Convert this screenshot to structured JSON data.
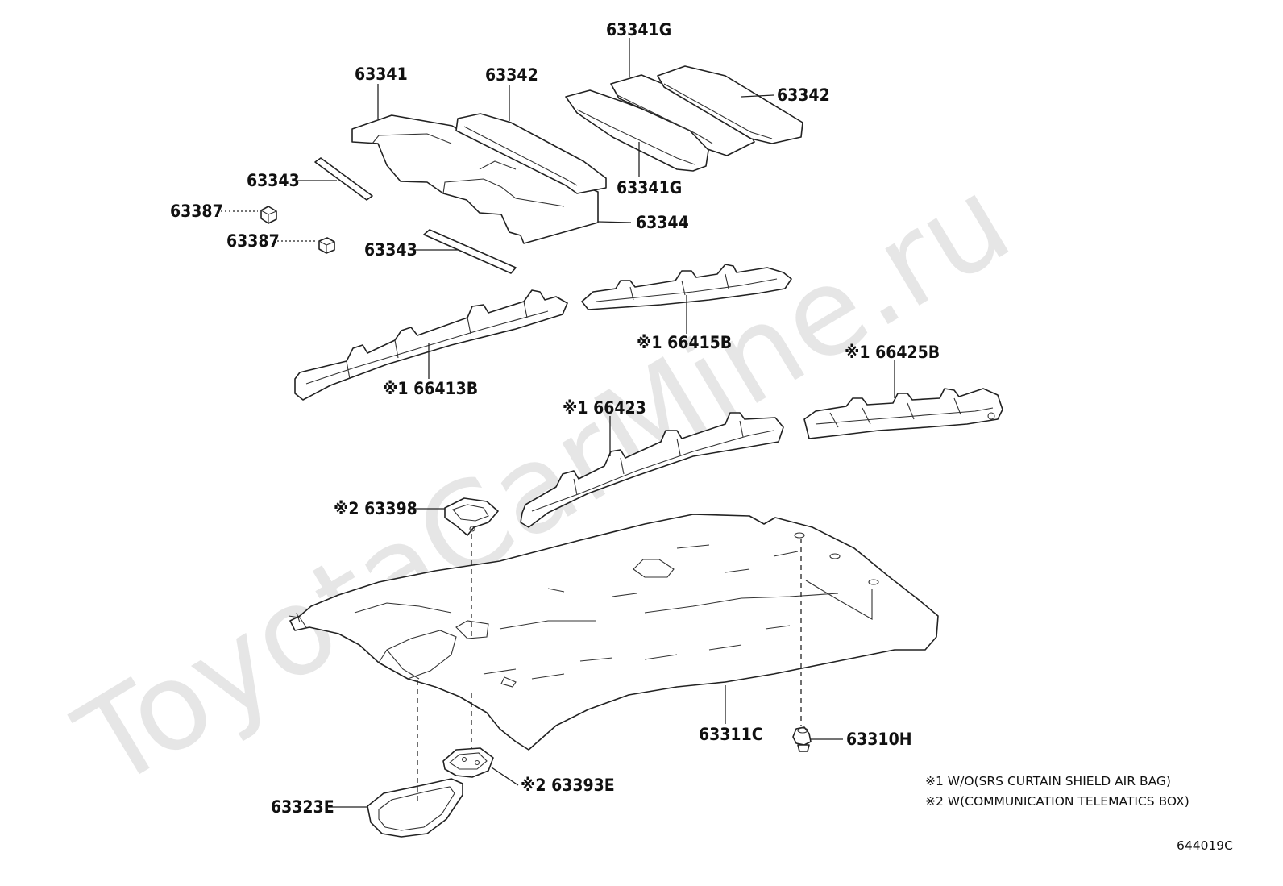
{
  "diagram": {
    "watermark": "ToyotaCarMine.ru",
    "reference_code": "644019C",
    "notes": [
      "※1 W/O(SRS CURTAIN SHIELD AIR BAG)",
      "※2 W(COMMUNICATION TELEMATICS BOX)"
    ],
    "callouts": {
      "c_63341G_top": "63341G",
      "c_63341": "63341",
      "c_63342_left": "63342",
      "c_63342_right": "63342",
      "c_63343_upper": "63343",
      "c_63387_upper": "63387",
      "c_63387_lower": "63387",
      "c_63341G_bottom": "63341G",
      "c_63344": "63344",
      "c_63343_lower": "63343",
      "c_66415B": "※1 66415B",
      "c_66425B": "※1 66425B",
      "c_66413B": "※1 66413B",
      "c_66423": "※1 66423",
      "c_63398": "※2 63398",
      "c_63311C": "63311C",
      "c_63310H": "63310H",
      "c_63393E": "※2 63393E",
      "c_63323E": "63323E"
    }
  }
}
